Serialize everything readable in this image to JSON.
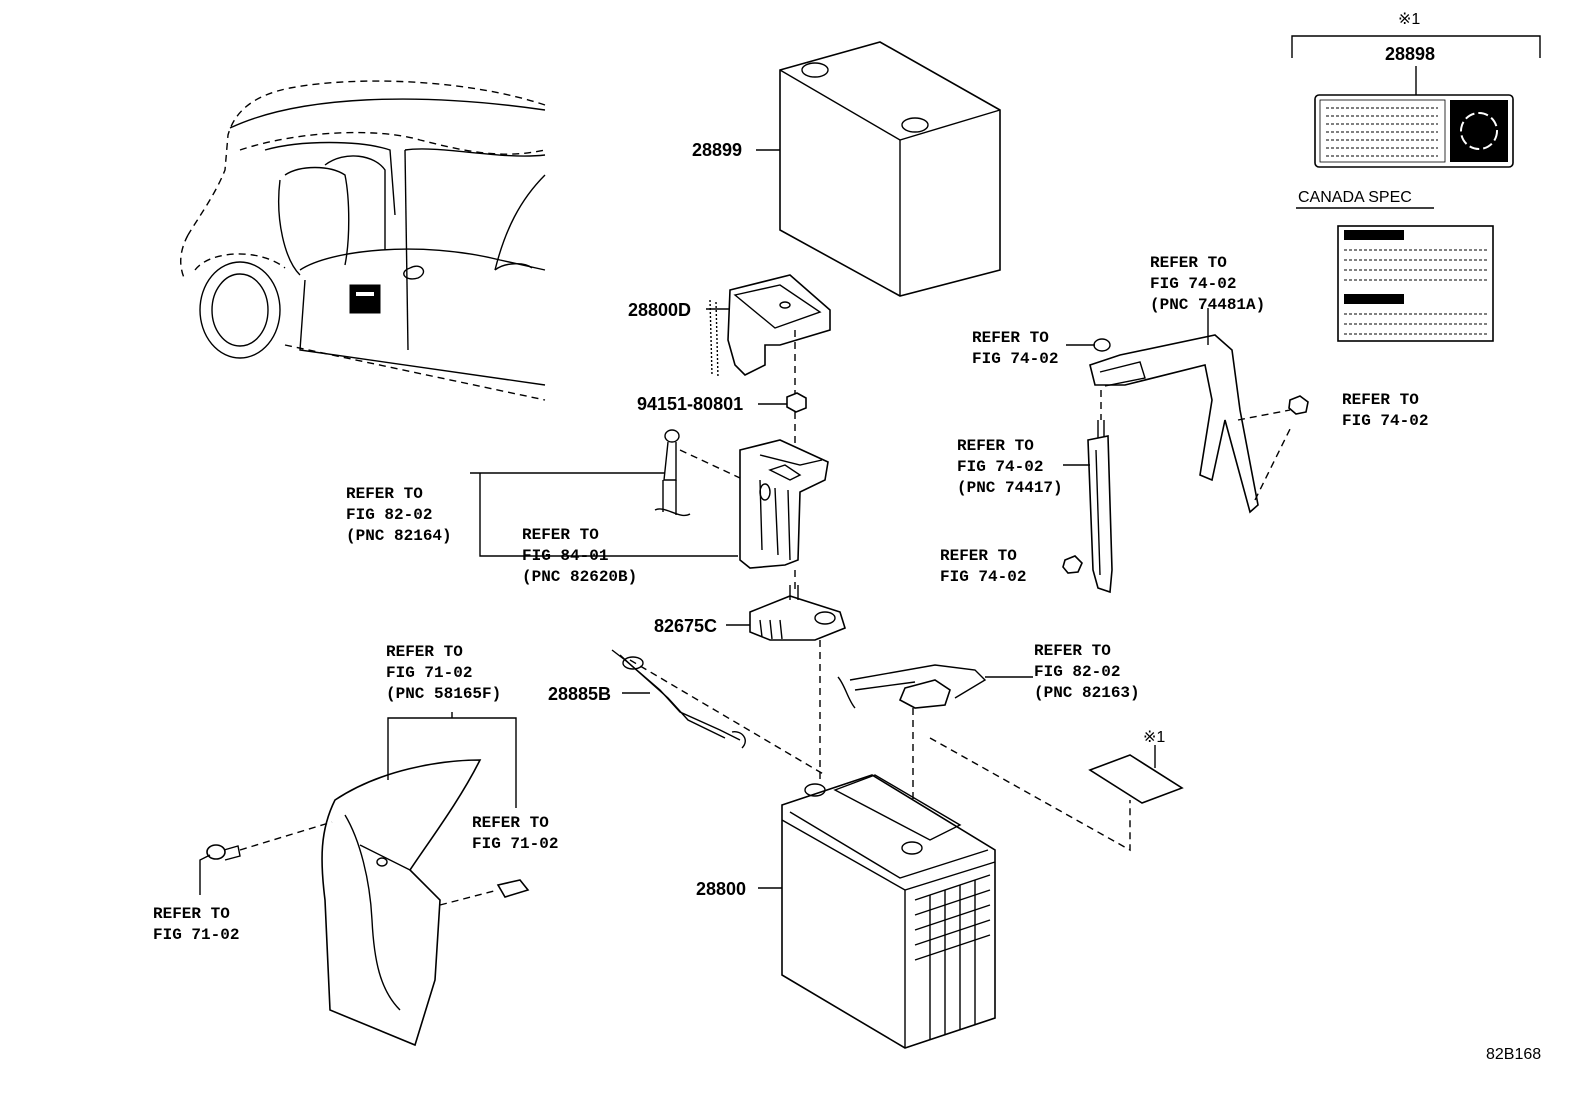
{
  "diagram_code": "82B168",
  "labels": {
    "p28899": "28899",
    "p28800d": "28800D",
    "p94151": "94151-80801",
    "p82675c": "82675C",
    "p28885b": "28885B",
    "p28800": "28800",
    "p28898": "28898",
    "note_mark_top": "※1",
    "note_mark_small": "※1",
    "canada_spec": "CANADA SPEC"
  },
  "refs": {
    "r82164": [
      "REFER TO",
      "FIG 82-02",
      "(PNC 82164)"
    ],
    "r82620b": [
      "REFER TO",
      "FIG 84-01",
      "(PNC 82620B)"
    ],
    "r58165f": [
      "REFER TO",
      "FIG 71-02",
      "(PNC 58165F)"
    ],
    "r7102a": [
      "REFER TO",
      "FIG 71-02"
    ],
    "r7102b": [
      "REFER TO",
      "FIG 71-02"
    ],
    "r82163": [
      "REFER TO",
      "FIG 82-02",
      "(PNC 82163)"
    ],
    "r74481a": [
      "REFER TO",
      "FIG 74-02",
      "(PNC 74481A)"
    ],
    "r7402a": [
      "REFER TO",
      "FIG 74-02"
    ],
    "r7402b": [
      "REFER TO",
      "FIG 74-02"
    ],
    "r74417": [
      "REFER TO",
      "FIG 74-02",
      "(PNC 74417)"
    ],
    "r7402c": [
      "REFER TO",
      "FIG 74-02"
    ]
  }
}
